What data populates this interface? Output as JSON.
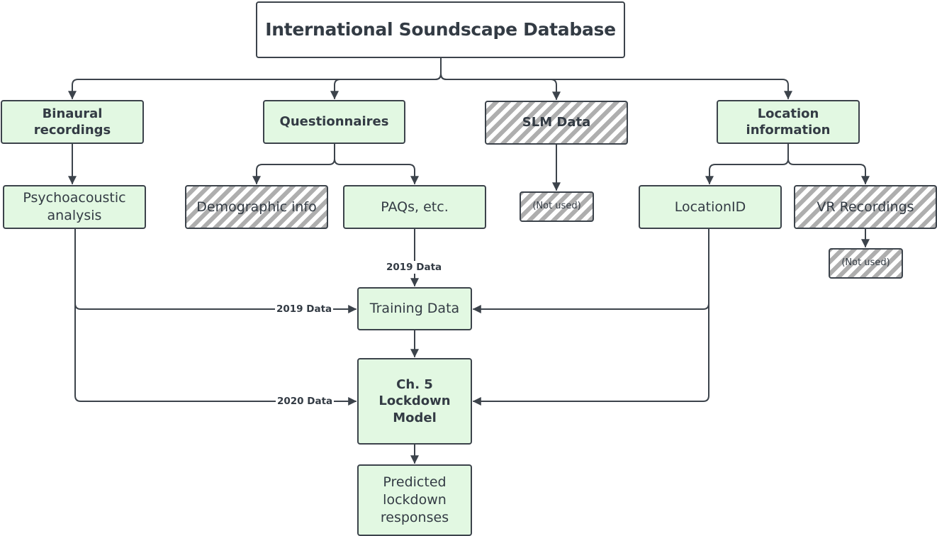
{
  "nodes": {
    "root": "International Soundscape Database",
    "binaural": "Binaural recordings",
    "questionnaires": "Questionnaires",
    "slm": "SLM Data",
    "location": "Location\ninformation",
    "psychoacoustic": "Psychoacoustic\nanalysis",
    "demographic": "Demographic info",
    "paqs": "PAQs, etc.",
    "slm_not_used": "(Not used)",
    "location_id": "LocationID",
    "vr": "VR Recordings",
    "vr_not_used": "(Not used)",
    "training": "Training Data",
    "model": "Ch. 5 Lockdown\nModel",
    "predicted": "Predicted\nlockdown\nresponses"
  },
  "edge_labels": {
    "paqs_to_training": "2019 Data",
    "psycho_to_training": "2019 Data",
    "psycho_to_model": "2020 Data"
  },
  "colors": {
    "node_fill": "#e2f8e2",
    "stroke": "#3c434b",
    "hatch": "#aeaeae",
    "text": "#333b44"
  }
}
